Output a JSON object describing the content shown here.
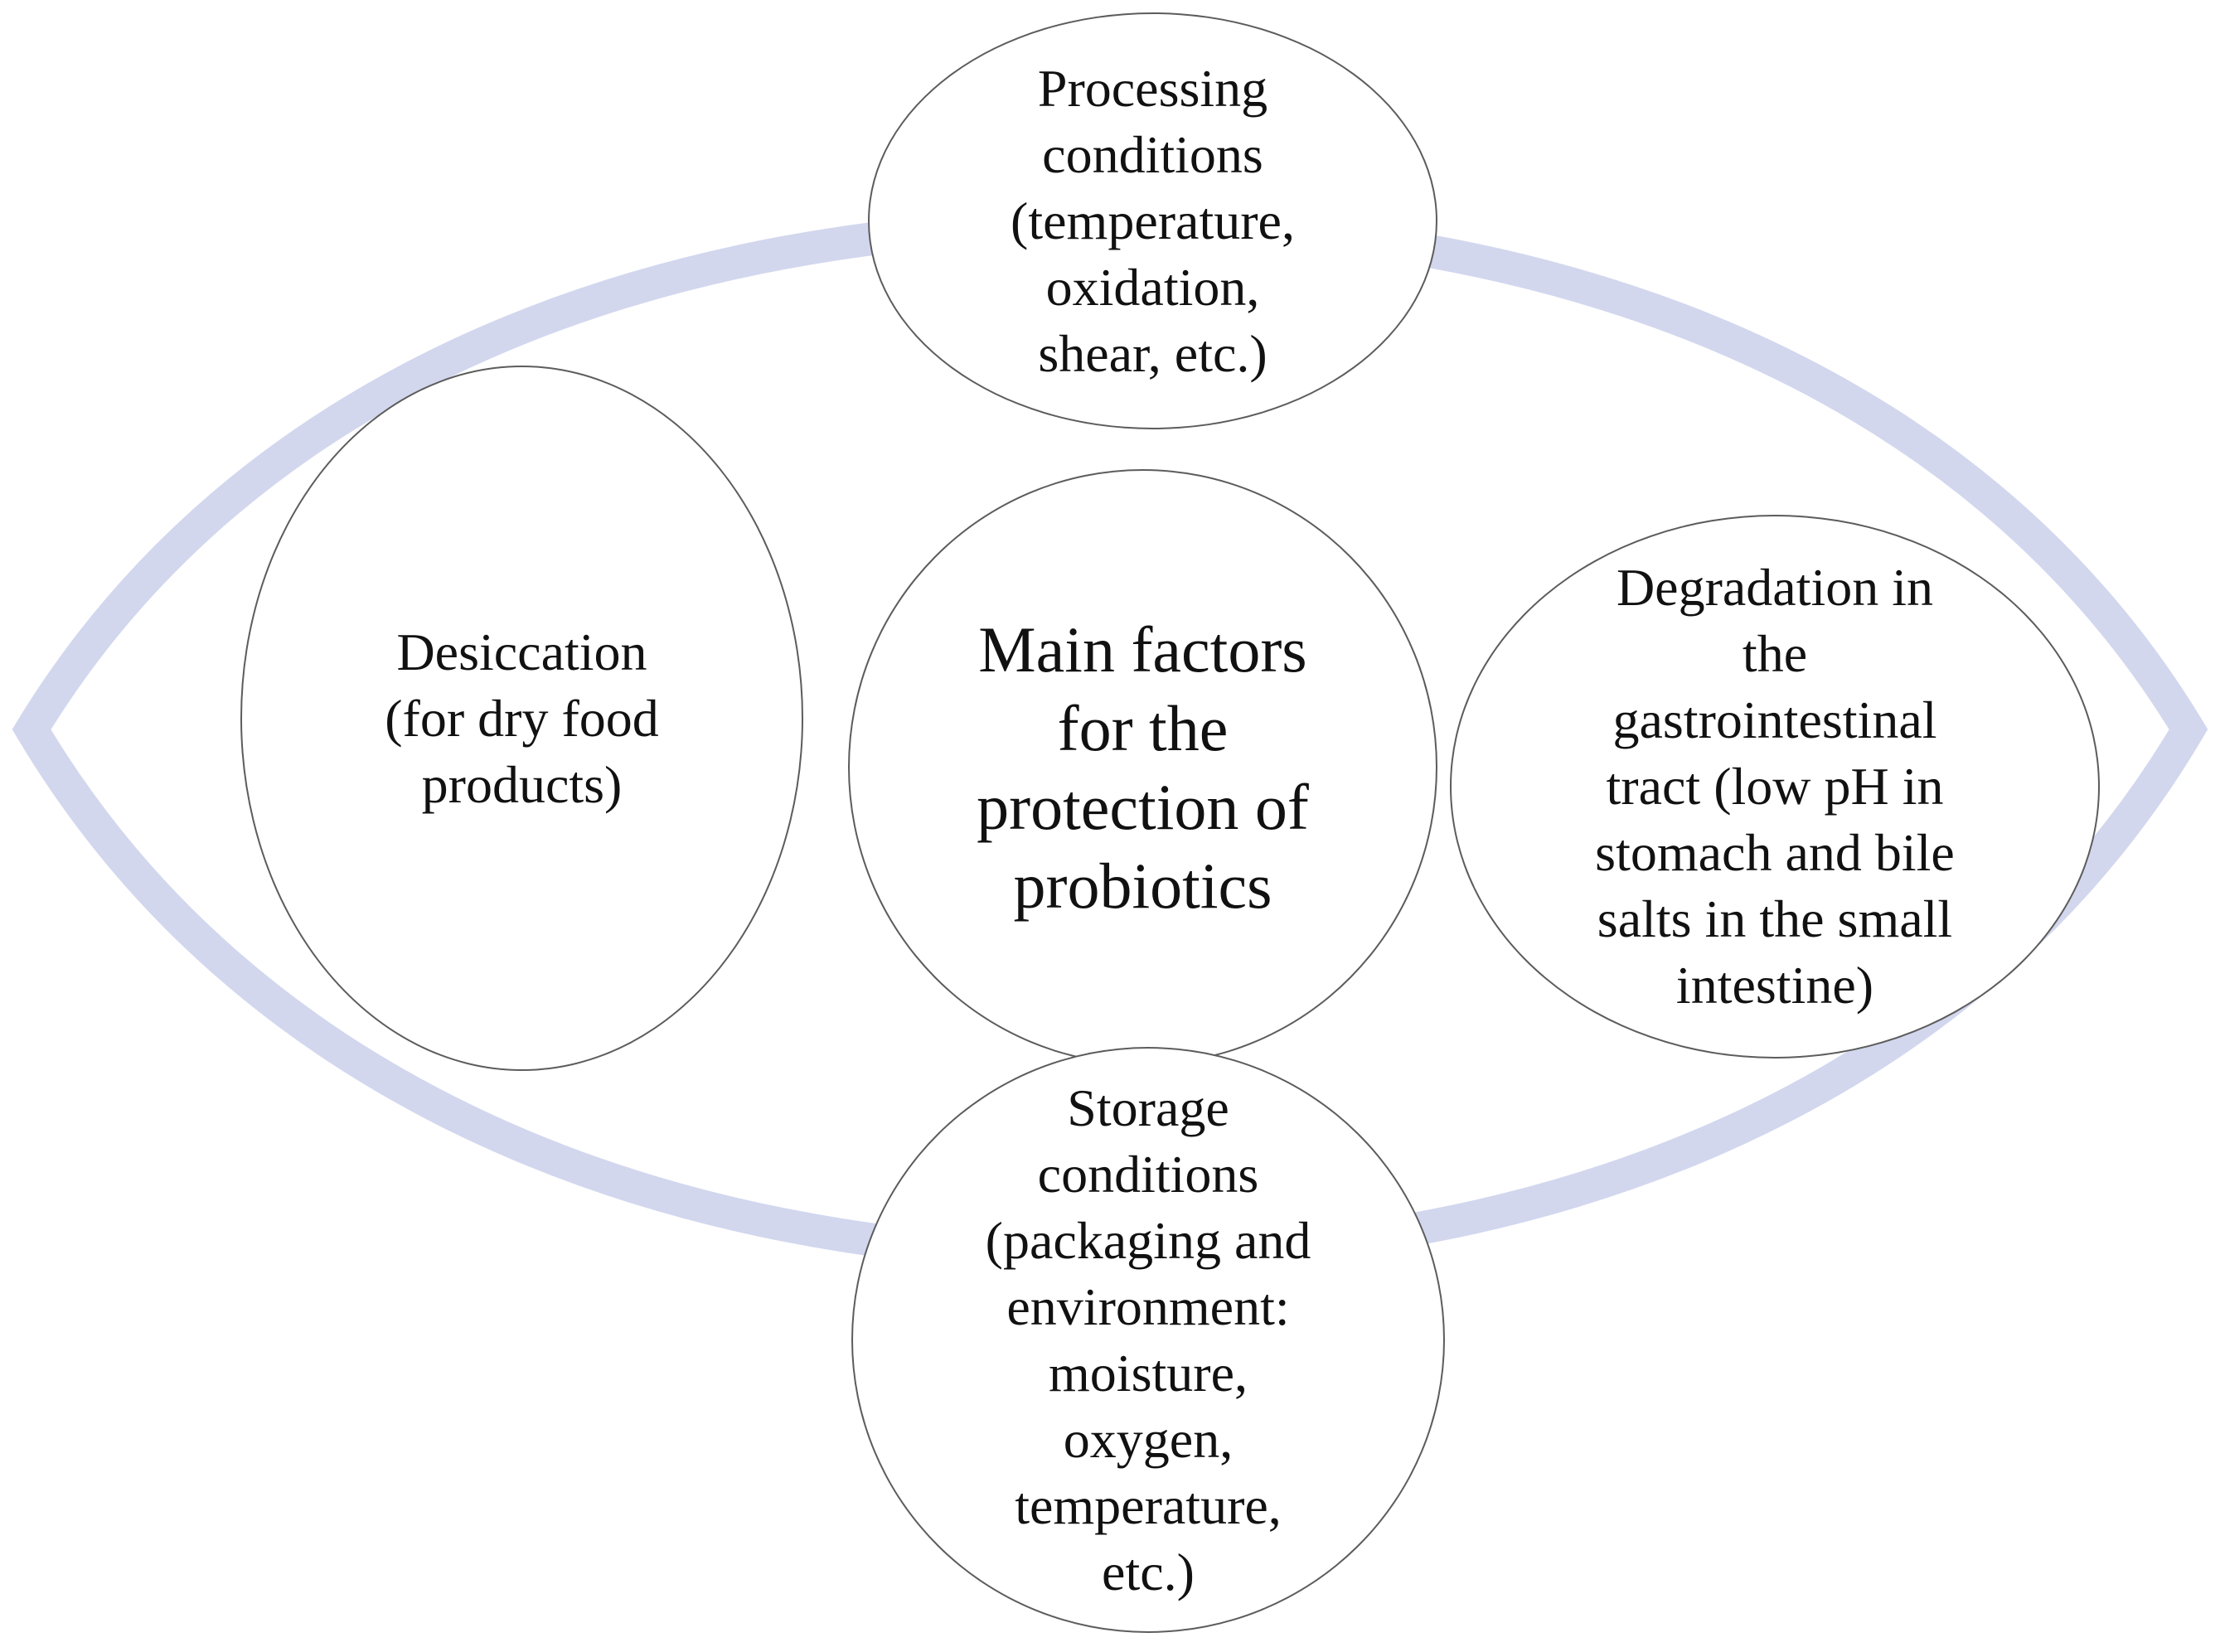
{
  "colors": {
    "ring": "#d2d7ee",
    "node_border": "#5c5c5c",
    "text": "#111111",
    "background": "#ffffff"
  },
  "diagram": {
    "center": {
      "lines": [
        "Main factors",
        "for the",
        "protection of",
        "probiotics"
      ]
    },
    "factors": {
      "top": {
        "lines": [
          "Processing",
          "conditions",
          "(temperature,",
          "oxidation,",
          "shear, etc.)"
        ]
      },
      "left": {
        "lines": [
          "Desiccation",
          "(for dry food",
          "products)"
        ]
      },
      "right": {
        "lines": [
          "Degradation in",
          "the",
          "gastrointestinal",
          "tract (low pH in",
          "stomach and bile",
          "salts in the small",
          "intestine)"
        ]
      },
      "bottom": {
        "lines": [
          "Storage",
          "conditions",
          "(packaging and",
          "environment:",
          "moisture,",
          "oxygen,",
          "temperature,",
          "etc.)"
        ]
      }
    }
  }
}
